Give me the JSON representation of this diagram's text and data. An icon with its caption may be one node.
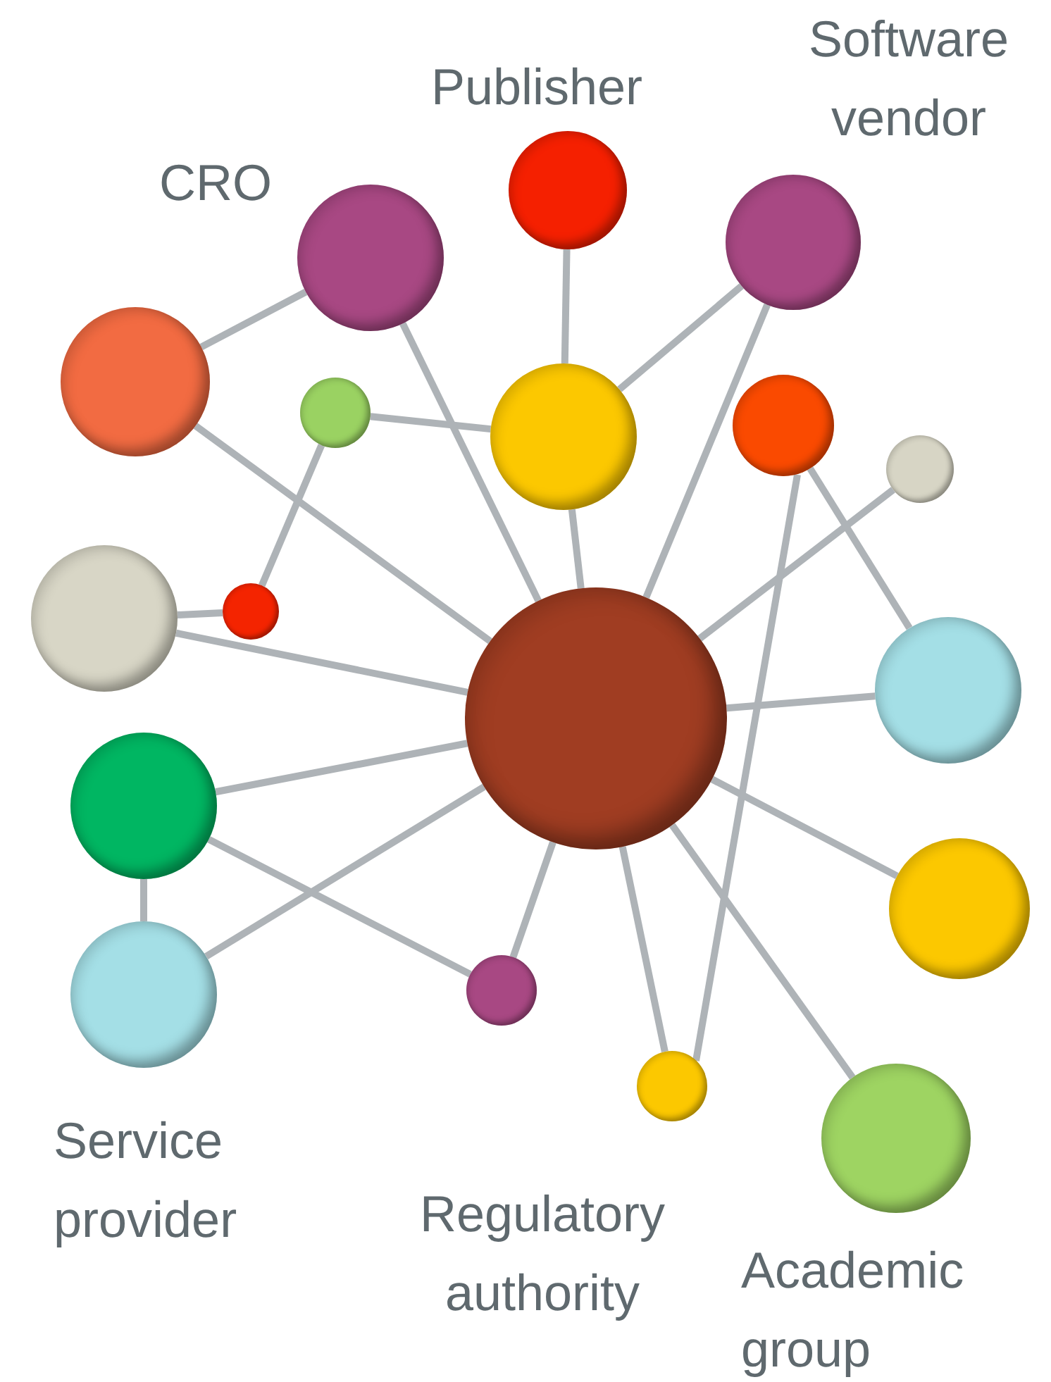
{
  "diagram": {
    "nodes": [
      {
        "text": [
          "Publisher"
        ]
      },
      {
        "text": [
          "Software vendor"
        ]
      },
      {
        "text": [
          "CRO"
        ]
      },
      {
        "text": [],
        "shape": "circle"
      },
      {
        "text": [],
        "shape": "circle"
      },
      {
        "text": [],
        "shape": "circle"
      },
      {
        "text": [],
        "shape": "circle"
      },
      {
        "text": [],
        "shape": "circle"
      },
      {
        "text": [],
        "shape": "circle"
      },
      {
        "text": [],
        "shape": "circle"
      },
      {
        "text": [],
        "shape": "circle"
      },
      {
        "text": [],
        "shape": "circle"
      },
      {
        "text": [],
        "shape": "circle"
      },
      {
        "text": [],
        "shape": "circle"
      },
      {
        "text": [
          "Service provider"
        ]
      },
      {
        "text": [],
        "shape": "circle"
      },
      {
        "text": [
          "Regulatory authority"
        ]
      },
      {
        "text": [
          "Academic group"
        ]
      }
    ],
    "edges": [
      {
        "from": 2,
        "to": 3,
        "arrow": "none"
      },
      {
        "from": 2,
        "to": 10,
        "arrow": "none"
      },
      {
        "from": 0,
        "to": 5,
        "arrow": "none"
      },
      {
        "from": 5,
        "to": 1,
        "arrow": "none"
      },
      {
        "from": 1,
        "to": 10,
        "arrow": "none"
      },
      {
        "from": 4,
        "to": 5,
        "arrow": "none"
      },
      {
        "from": 4,
        "to": 9,
        "arrow": "none"
      },
      {
        "from": 3,
        "to": 10,
        "arrow": "none"
      },
      {
        "from": 5,
        "to": 10,
        "arrow": "none"
      },
      {
        "from": 8,
        "to": 9,
        "arrow": "none"
      },
      {
        "from": 8,
        "to": 10,
        "arrow": "none"
      },
      {
        "from": 7,
        "to": 10,
        "arrow": "none"
      },
      {
        "from": 6,
        "to": 11,
        "arrow": "none"
      },
      {
        "from": 6,
        "to": 16,
        "arrow": "none"
      },
      {
        "from": 11,
        "to": 10,
        "arrow": "none"
      },
      {
        "from": 12,
        "to": 10,
        "arrow": "none"
      },
      {
        "from": 12,
        "to": 14,
        "arrow": "none"
      },
      {
        "from": 12,
        "to": 15,
        "arrow": "none"
      },
      {
        "from": 14,
        "to": 10,
        "arrow": "none"
      },
      {
        "from": 15,
        "to": 10,
        "arrow": "none"
      },
      {
        "from": 16,
        "to": 10,
        "arrow": "none"
      },
      {
        "from": 13,
        "to": 10,
        "arrow": "none"
      },
      {
        "from": 17,
        "to": 10,
        "arrow": "none"
      }
    ]
  }
}
